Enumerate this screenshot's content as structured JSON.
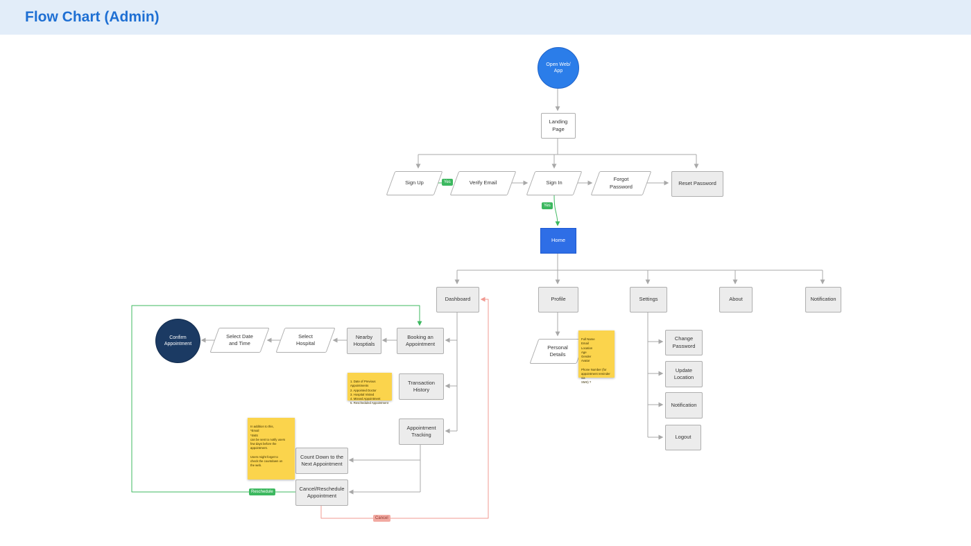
{
  "header": {
    "title": "Flow Chart (Admin)"
  },
  "colors": {
    "header-bg": "#e2edf9",
    "title-color": "#1e6fd3",
    "box-bg": "#ececec",
    "box-border": "#aeaeae",
    "home-bg": "#2e6ee6",
    "home-border": "#1b57d0",
    "circle-bg": "#2b7de9",
    "navy-bg": "#1b3a63",
    "sticky-bg": "#fbd44c",
    "green": "#3cb85f",
    "red-badge": "#f2aaa2",
    "red-line": "#f19a92",
    "line": "#a8a8a8"
  },
  "nodes": {
    "open_web_app": "Open Web/\nApp",
    "landing_page": "Landing\nPage",
    "sign_up": "Sign Up",
    "verify_email": "Verify Email",
    "sign_in": "Sign In",
    "forgot_password": "Forgot\nPassword",
    "reset_password": "Reset Password",
    "home": "Home",
    "dashboard": "Dashboard",
    "profile": "Profile",
    "settings": "Settings",
    "about": "About",
    "notification": "Notification",
    "booking": "Booking an\nAppointment",
    "transaction_history": "Transaction\nHistory",
    "appointment_tracking": "Appointment\nTracking",
    "nearby_hospitals": "Nearby\nHosptials",
    "select_hospital": "Select\nHospital",
    "select_date": "Select Date\nand Time",
    "confirm_appointment": "Confirm\nAppointment",
    "countdown": "Count Down to the\nNext Appointment",
    "cancel_reschedule": "Cancel/Reschedule\nAppointment",
    "personal_details": "Personal\nDetails",
    "change_password": "Change\nPassword",
    "update_location": "Update\nLocation",
    "notification_setting": "Notification",
    "logout": "Logout"
  },
  "edge_labels": {
    "yes_signup": "Yes",
    "yes_signin": "Yes",
    "reschedule": "Reschedule",
    "cancel": "Cancel"
  },
  "stickies": {
    "transactions_note": "1. Date of Previous Appointments\n2. Appointed Doctor\n3. Hospital Visited\n4. Missed Appointment\n5. Rescheduled Appointment",
    "reminder_note": "In addition to this,\n*Email\n*SMS\ncan be sent to notify users\nfew days before the\nappointment.\n\nUsers might forget to\ncheck the countdown on\nthe web.",
    "profile_note": "Full Name\nEmail\nLocation\nAge\nGender\nAvatar\n\nPhone Number (for\nappointment reminder via\nSMS) ?"
  }
}
